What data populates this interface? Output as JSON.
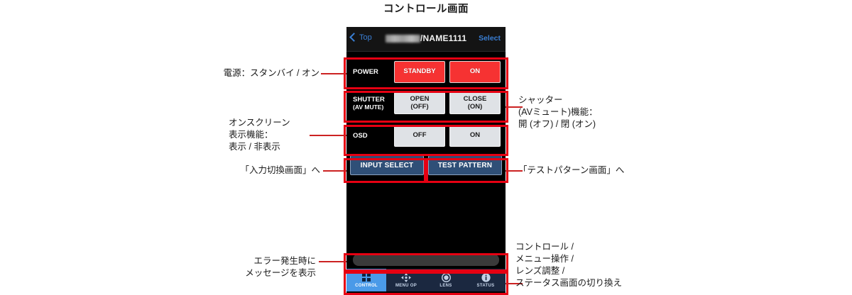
{
  "figure": {
    "title": "コントロール画面"
  },
  "phone": {
    "nav": {
      "back_label": "Top",
      "title_redacted": "XXXXXX",
      "title_visible": "/NAME1111",
      "select_label": "Select"
    },
    "rows": [
      {
        "label": "POWER",
        "sub": "",
        "buttons": [
          {
            "line1": "STANDBY",
            "line2": "",
            "style": "red"
          },
          {
            "line1": "ON",
            "line2": "",
            "style": "red"
          }
        ]
      },
      {
        "label": "SHUTTER",
        "sub": "(AV MUTE)",
        "buttons": [
          {
            "line1": "OPEN",
            "line2": "(OFF)",
            "style": "grey"
          },
          {
            "line1": "CLOSE",
            "line2": "(ON)",
            "style": "grey"
          }
        ]
      },
      {
        "label": "OSD",
        "sub": "",
        "buttons": [
          {
            "line1": "OFF",
            "line2": "",
            "style": "grey"
          },
          {
            "line1": "ON",
            "line2": "",
            "style": "grey"
          }
        ]
      }
    ],
    "wide_buttons": [
      {
        "label": "INPUT SELECT"
      },
      {
        "label": "TEST PATTERN"
      }
    ],
    "message_bar": {
      "value": ""
    },
    "tabs": [
      {
        "label": "CONTROL",
        "icon": "grid-icon",
        "active": true
      },
      {
        "label": "MENU OP",
        "icon": "dpad-icon",
        "active": false
      },
      {
        "label": "LENS",
        "icon": "lens-circle-icon",
        "active": false
      },
      {
        "label": "STATUS",
        "icon": "info-icon",
        "active": false
      }
    ]
  },
  "annotations": {
    "power": "電源：スタンバイ / オン",
    "osd": "オンスクリーン\n表示機能：\n表示 / 非表示",
    "input_select": "「入力切換画面」へ",
    "error_message": "エラー発生時に\nメッセージを表示",
    "shutter": "シャッター\n(AVミュート)機能：\n開 (オフ) / 閉 (オン)",
    "test_pattern": "「テストパターン画面」へ",
    "tabs": "コントロール /\nメニュー操作 /\nレンズ調整 /\nステータス画面の切り換え"
  },
  "colors": {
    "highlight": "#e60012",
    "leader": "#cc2222",
    "power_button": "#f63232",
    "wide_button": "#2f4f77",
    "active_tab": "#4a9ae8"
  }
}
